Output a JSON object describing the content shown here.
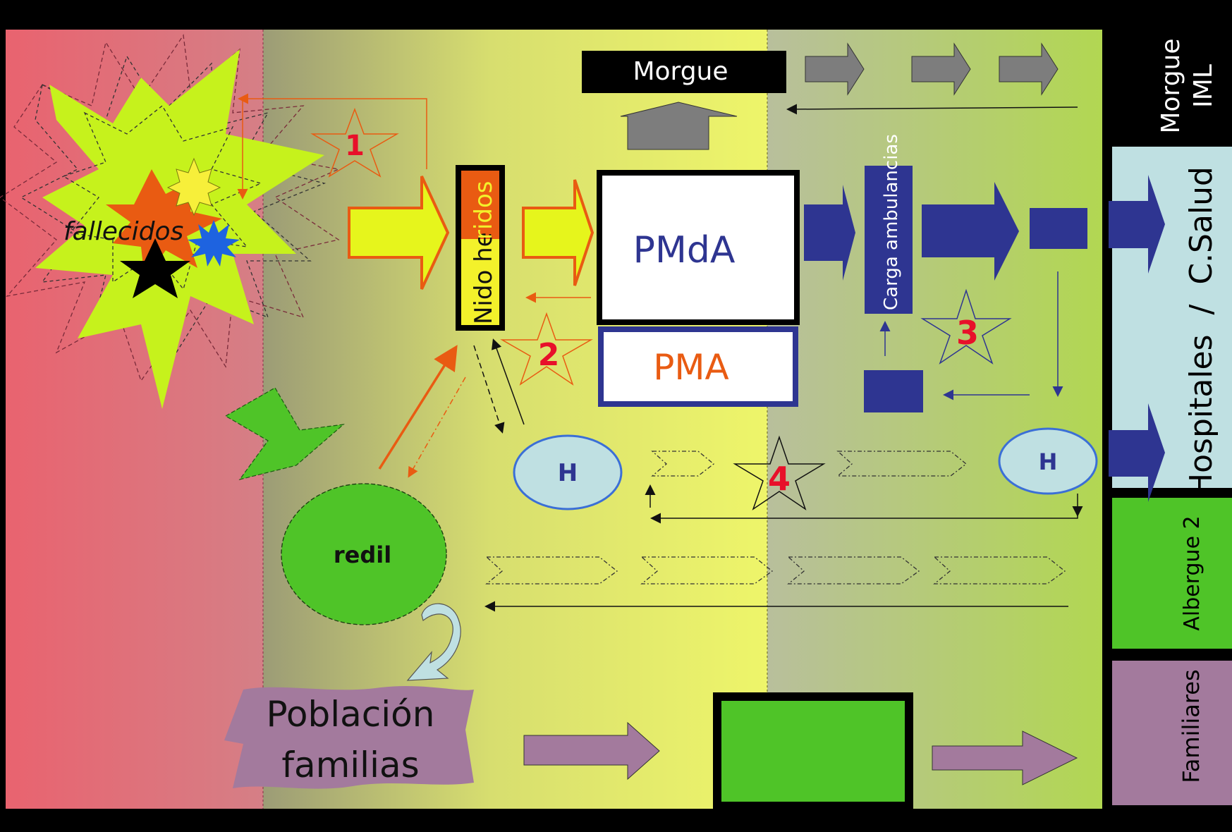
{
  "labels": {
    "fallecidos": "fallecidos",
    "nido_part1": "Nido he",
    "nido_part2": "ridos",
    "morgue_box": "Morgue",
    "pmda": "PMdA",
    "pma": "PMA",
    "carga": "Carga ambulancias",
    "hospital_left": "H",
    "hospital_right": "H",
    "redil": "redil",
    "poblacion_line1": "Población",
    "poblacion_line2": "familias"
  },
  "stars": [
    "1",
    "2",
    "3",
    "4"
  ],
  "sidebar": {
    "morgue_line1": "Morgue",
    "morgue_line2": "IML",
    "hospitales": "Hospitales  /  C.Salud",
    "albergue": "Albergue 2",
    "familiares": "Familiares"
  },
  "colors": {
    "red_zone": "#e76a78",
    "yellow_zone": "#e9f06a",
    "green_zone": "#bcd25e",
    "navy": "#2e3591",
    "orange": "#e95b12",
    "lime": "#c6f21c",
    "green": "#4fc428",
    "mauve": "#a37a9d",
    "light_blue": "#bfe0e2",
    "grey_arrow": "#7d7d7d",
    "star_red": "#e8102a"
  }
}
